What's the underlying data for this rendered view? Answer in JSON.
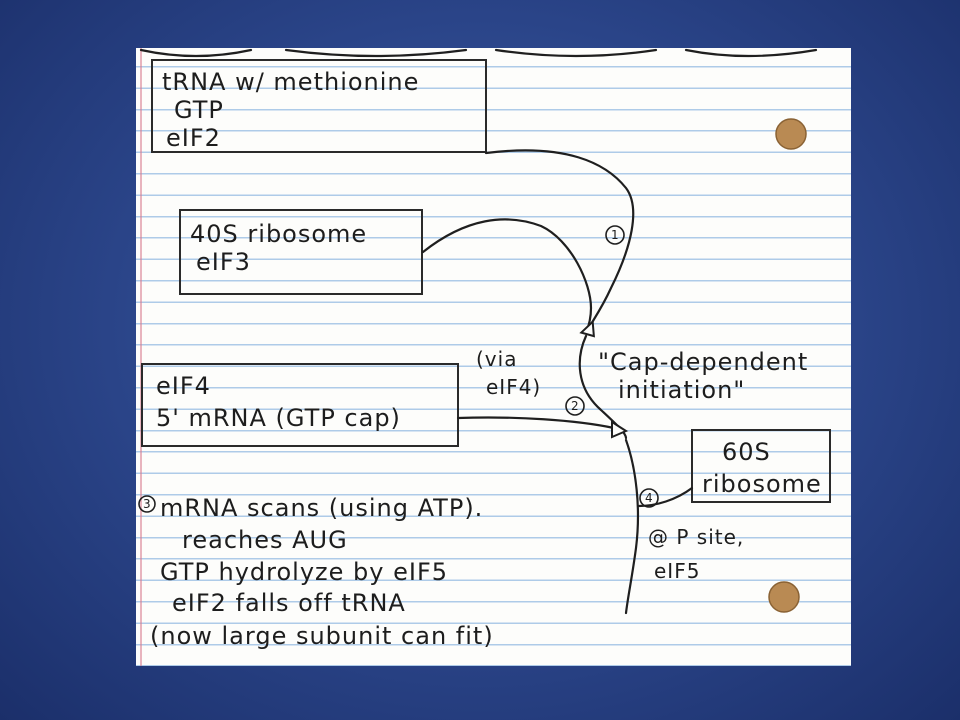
{
  "diagram": {
    "boxes": {
      "trna": {
        "lines": [
          "tRNA w/ methionine",
          "GTP",
          "eIF2"
        ]
      },
      "ribosome40s": {
        "lines": [
          "40S ribosome",
          "eIF3"
        ]
      },
      "eif4": {
        "lines": [
          "eIF4",
          "5' mRNA (GTP cap)"
        ]
      },
      "ribosome60s": {
        "lines": [
          "60S",
          "ribosome"
        ]
      }
    },
    "steps": {
      "s1": "1",
      "s2": "2",
      "s3": "3",
      "s4": "4"
    },
    "annotations": {
      "via_line1": "(via",
      "via_line2": "eIF4)",
      "cap_line1": "\"Cap-dependent",
      "cap_line2": "initiation\"",
      "psite_line1": "@ P site,",
      "psite_line2": "eIF5"
    },
    "notes": [
      "mRNA scans (using ATP).",
      "reaches AUG",
      "GTP hydrolyze by eIF5",
      "eIF2 falls off tRNA",
      "(now large subunit can fit)"
    ]
  },
  "colors": {
    "background": "#2a4488",
    "paper": "#fdfdfb",
    "rule_line": "#aecbe8",
    "ink": "#1f1f1f",
    "hole": "#b98a53"
  }
}
